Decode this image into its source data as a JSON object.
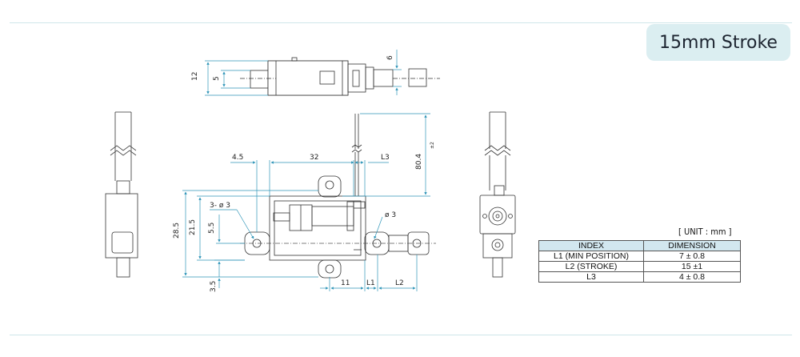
{
  "badge": {
    "label": "15mm Stroke"
  },
  "colors": {
    "accent_line": "#cfe6ea",
    "badge_bg": "#dbeef1",
    "dimension_line": "#2f95b8",
    "table_header": "#d2e7ef"
  },
  "dimensions": {
    "top_12": "12",
    "top_5": "5",
    "top_6": "6",
    "front_4_5": "4.5",
    "front_32": "32",
    "front_l3": "L3",
    "front_80_4": "80.4",
    "front_80_4_tol": "±2",
    "front_holes": "3- ø 3",
    "front_hole_right": "ø 3",
    "front_28_5": "28.5",
    "front_21_5": "21.5",
    "front_5_5": "5.5",
    "front_3_5": "3.5",
    "front_11": "11",
    "front_l1": "L1",
    "front_l2": "L2"
  },
  "spec_table": {
    "unit": "[ UNIT : mm ]",
    "headers": [
      "INDEX",
      "DIMENSION"
    ],
    "rows": [
      [
        "L1 (MIN POSITION)",
        "7 ± 0.8"
      ],
      [
        "L2 (STROKE)",
        "15 ±1"
      ],
      [
        "L3",
        "4 ± 0.8"
      ]
    ]
  }
}
